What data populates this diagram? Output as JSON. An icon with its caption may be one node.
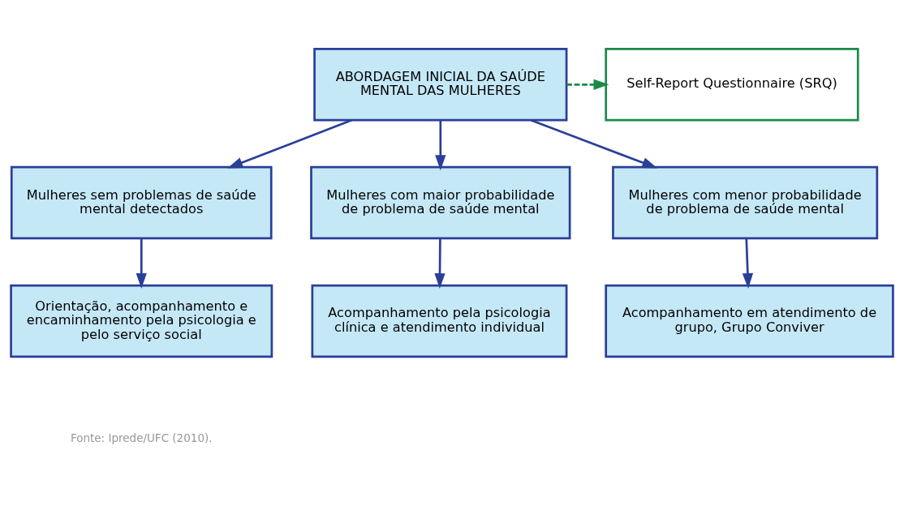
{
  "diagram": {
    "nodes": [
      {
        "text": [
          "ABORDAGEM INICIAL DA SAÚDE MENTAL DAS MULHERES"
        ]
      },
      {
        "text": [
          "Self-Report Questionnaire (SRQ)"
        ]
      },
      {
        "text": [
          "Mulheres sem problemas de saúde mental detectados"
        ]
      },
      {
        "text": [
          "Mulheres com maior probabilidade de problema de saúde mental"
        ]
      },
      {
        "text": [
          "Mulheres com menor probabilidade de problema de saúde mental"
        ]
      },
      {
        "text": [
          "Orientação, acompanhamento e encaminhamento pela psicologia e pelo serviço social"
        ]
      },
      {
        "text": [
          "Acompanhamento pela psicologia clínica e atendimento individual"
        ]
      },
      {
        "text": [
          "Acompanhamento em atendimento de grupo, Grupo Conviver"
        ]
      }
    ],
    "edges": [
      {
        "from": 0,
        "to": 1,
        "arrow": "to",
        "style": "dashed",
        "color": "#1a8a4a"
      },
      {
        "from": 0,
        "to": 2,
        "arrow": "to"
      },
      {
        "from": 0,
        "to": 3,
        "arrow": "to"
      },
      {
        "from": 0,
        "to": 4,
        "arrow": "to"
      },
      {
        "from": 2,
        "to": 5,
        "arrow": "to"
      },
      {
        "from": 3,
        "to": 6,
        "arrow": "to"
      },
      {
        "from": 4,
        "to": 7,
        "arrow": "to"
      }
    ],
    "labels": [
      "Fonte: Iprede/UFC (2010)."
    ]
  }
}
